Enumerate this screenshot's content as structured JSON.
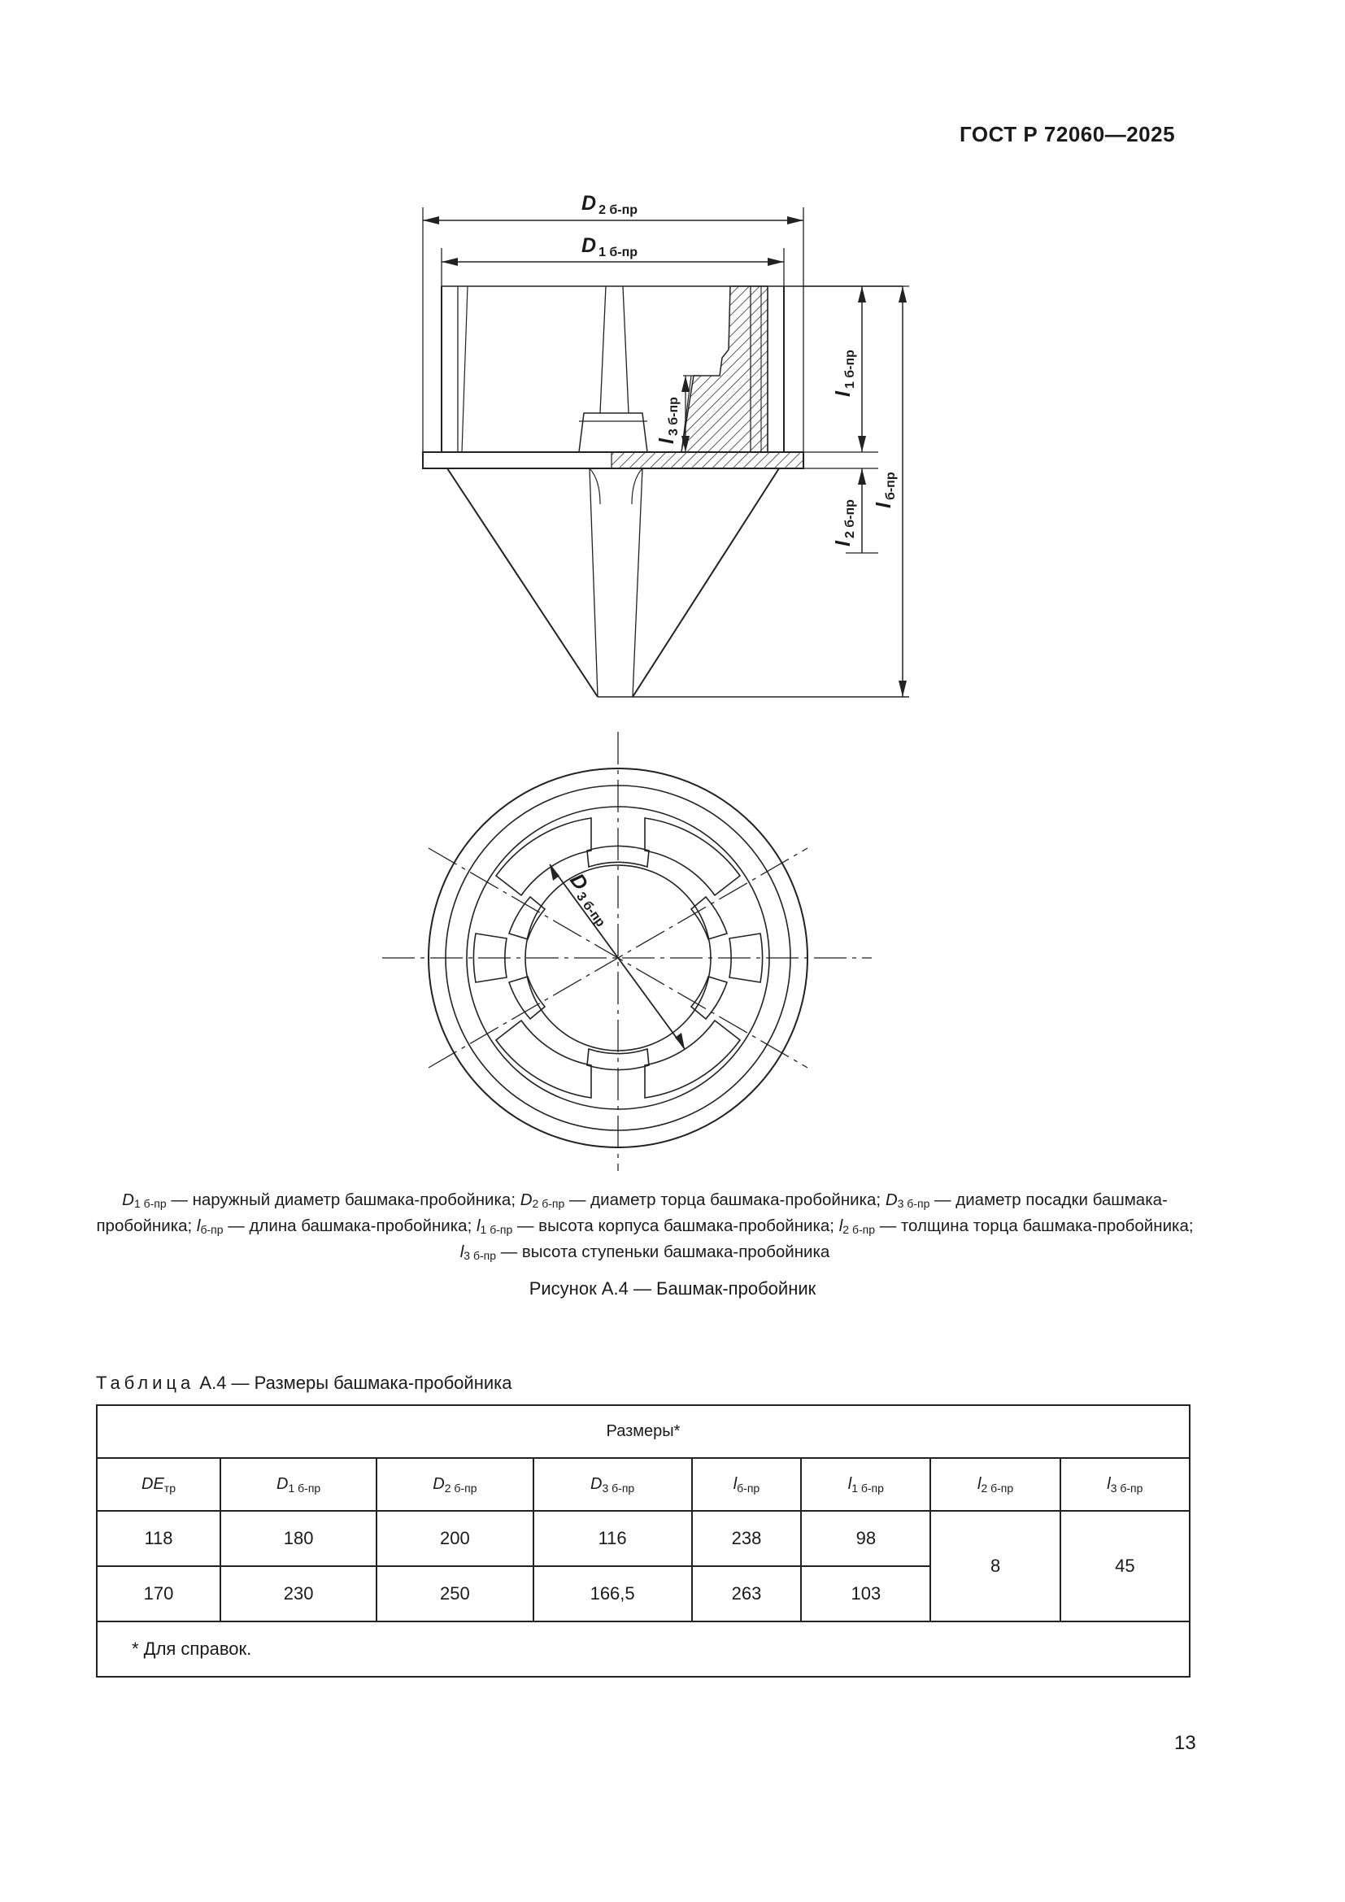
{
  "header": {
    "doc_code": "ГОСТ Р 72060—2025"
  },
  "drawing": {
    "labels": {
      "D2": {
        "sym": "D",
        "sub": "2 б-пр"
      },
      "D1": {
        "sym": "D",
        "sub": "1 б-пр"
      },
      "l1": {
        "sym": "l",
        "sub": "1 б-пр"
      },
      "l": {
        "sym": "l",
        "sub": "б-пр"
      },
      "l2": {
        "sym": "l",
        "sub": "2 б-пр"
      },
      "l3": {
        "sym": "l",
        "sub": "3 б-пр"
      },
      "D3": {
        "sym": "D",
        "sub": "3 б-пр"
      }
    }
  },
  "legend": {
    "items": [
      {
        "sym": "D",
        "sub": "1 б-пр",
        "text": " — наружный диаметр башмака-пробойника; "
      },
      {
        "sym": "D",
        "sub": "2 б-пр",
        "text": " — диаметр торца башмака-пробойника; "
      },
      {
        "sym": "D",
        "sub": "3 б-пр",
        "text": " — диаметр посадки башмака-пробойника; "
      },
      {
        "sym": "l",
        "sub": "б-пр",
        "text": " — длина башмака-пробойника; "
      },
      {
        "sym": "l",
        "sub": "1 б-пр",
        "text": " — высота корпуса башмака-пробойника; "
      },
      {
        "sym": "l",
        "sub": "2 б-пр",
        "text": " — толщина торца башмака-пробойника; "
      },
      {
        "sym": "l",
        "sub": "3 б-пр",
        "text": " — высота ступеньки башмака-пробойника"
      }
    ]
  },
  "figure_caption": "Рисунок А.4 — Башмак-пробойник",
  "table": {
    "title_prefix": "Таблица",
    "title_rest": "А.4 — Размеры башмака-пробойника",
    "group_header": "Размеры*",
    "columns": [
      {
        "sym": "DE",
        "sub": "тр"
      },
      {
        "sym": "D",
        "sub": "1 б-пр"
      },
      {
        "sym": "D",
        "sub": "2 б-пр"
      },
      {
        "sym": "D",
        "sub": "3 б-пр"
      },
      {
        "sym": "l",
        "sub": "б-пр"
      },
      {
        "sym": "l",
        "sub": "1 б-пр"
      },
      {
        "sym": "l",
        "sub": "2 б-пр"
      },
      {
        "sym": "l",
        "sub": "3 б-пр"
      }
    ],
    "rows": [
      [
        "118",
        "180",
        "200",
        "116",
        "238",
        "98"
      ],
      [
        "170",
        "230",
        "250",
        "166,5",
        "263",
        "103"
      ]
    ],
    "merged": {
      "l2": "8",
      "l3": "45"
    },
    "footnote": "*   Для справок."
  },
  "page_number": "13"
}
